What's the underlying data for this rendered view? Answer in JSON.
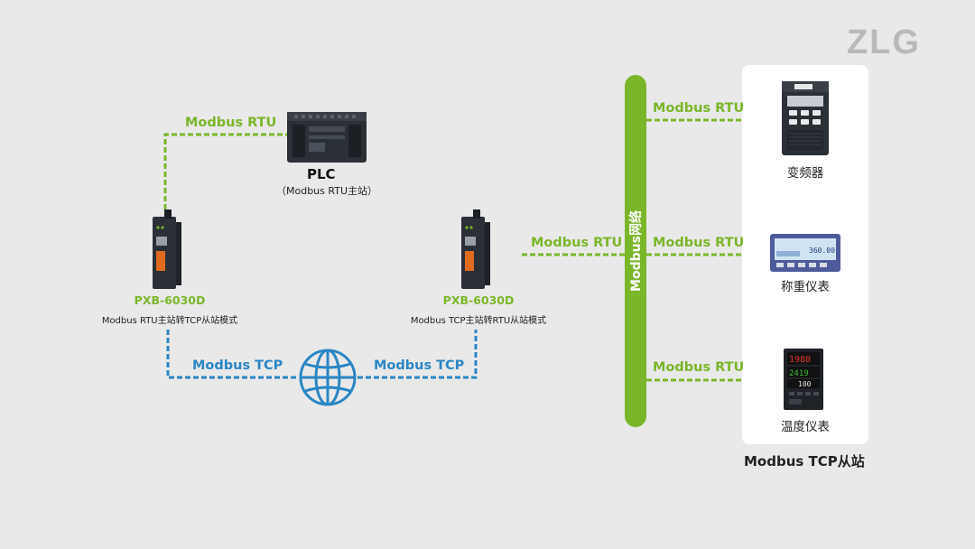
{
  "brand": {
    "logo_text": "ZLG"
  },
  "plc": {
    "title": "PLC",
    "subtitle": "（Modbus RTU主站）",
    "link_label": "Modbus RTU"
  },
  "gateway_left": {
    "model": "PXB-6030D",
    "mode": "Modbus RTU主站转TCP从站模式"
  },
  "gateway_right": {
    "model": "PXB-6030D",
    "mode": "Modbus TCP主站转RTU从站模式",
    "link_label": "Modbus RTU"
  },
  "tcp_links": {
    "left_label": "Modbus TCP",
    "right_label": "Modbus TCP"
  },
  "bus": {
    "label": "Modbus网络"
  },
  "slaves": {
    "footer": "Modbus TCP从站",
    "devices": [
      {
        "name": "变频器",
        "link_label": "Modbus RTU",
        "icon": "inverter-icon"
      },
      {
        "name": "称重仪表",
        "link_label": "Modbus RTU",
        "icon": "weighing-indicator-icon"
      },
      {
        "name": "温度仪表",
        "link_label": "Modbus RTU",
        "icon": "temperature-controller-icon"
      }
    ]
  },
  "colors": {
    "background": "#e9e9e9",
    "rtu_green": "#7ab629",
    "tcp_blue": "#2a86c4",
    "logo_gray": "#b6b6b6",
    "device_dark": "#2b2f36"
  }
}
